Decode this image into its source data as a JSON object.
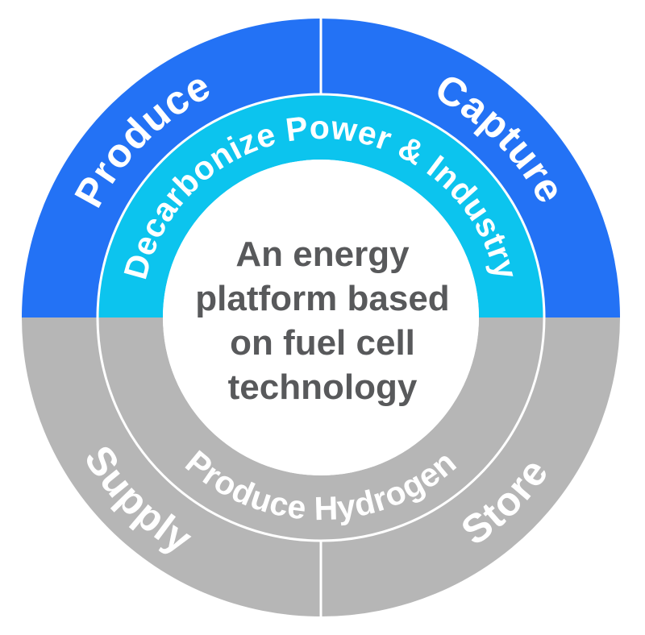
{
  "colors": {
    "outer_top": "#2372F5",
    "outer_bottom": "#B6B6B6",
    "inner_top": "#0CC4EE",
    "inner_bottom": "#B6B6B6",
    "label_text": "#FFFFFF",
    "center_text": "#58595B",
    "background": "#FFFFFF",
    "divider": "#FFFFFF"
  },
  "outer_ring": {
    "segments": [
      {
        "id": "produce",
        "position": "top-left",
        "label": "Produce"
      },
      {
        "id": "capture",
        "position": "top-right",
        "label": "Capture"
      },
      {
        "id": "supply",
        "position": "bottom-left",
        "label": "Supply"
      },
      {
        "id": "store",
        "position": "bottom-right",
        "label": "Store"
      }
    ]
  },
  "inner_ring": {
    "segments": [
      {
        "id": "decarbonize-power-industry",
        "position": "top",
        "label": "Decarbonize Power & Industry"
      },
      {
        "id": "produce-hydrogen",
        "position": "bottom",
        "label": "Produce Hydrogen"
      }
    ]
  },
  "center": {
    "lines": [
      "An energy",
      "platform based",
      "on fuel cell",
      "technology"
    ]
  }
}
